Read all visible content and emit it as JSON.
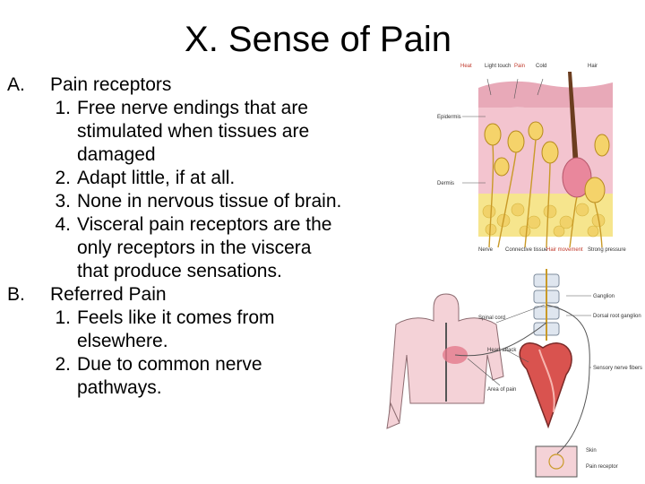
{
  "slide": {
    "title": "X. Sense of Pain",
    "sections": [
      {
        "marker": "A.",
        "heading": "Pain receptors",
        "items": [
          {
            "num": "1.",
            "text": "Free nerve endings that are stimulated when tissues are damaged"
          },
          {
            "num": "2.",
            "text": "Adapt little, if at all."
          },
          {
            "num": "3.",
            "text": "None in nervous tissue of brain."
          },
          {
            "num": "4.",
            "text": "Visceral pain receptors are the only receptors in the viscera that produce sensations."
          }
        ]
      },
      {
        "marker": "B.",
        "heading": "Referred Pain",
        "items": [
          {
            "num": "1.",
            "text": "Feels like it comes from elsewhere."
          },
          {
            "num": "2.",
            "text": "Due to common nerve pathways."
          }
        ]
      }
    ]
  },
  "skin_figure": {
    "top_labels": [
      "Heat",
      "Light touch",
      "Pain",
      "Cold",
      "Hair"
    ],
    "side_labels": [
      "Epidermis",
      "Dermis"
    ],
    "bottom_labels": [
      "Nerve",
      "Connective tissue",
      "Hair movement",
      "Strong pressure"
    ]
  },
  "referred_figure": {
    "left_labels": [
      "Spinal cord",
      "Heart attack",
      "Area of pain"
    ],
    "right_labels": [
      "Ganglion",
      "Dorsal root ganglion",
      "Sensory nerve fibers",
      "Skin",
      "Pain receptor"
    ]
  }
}
